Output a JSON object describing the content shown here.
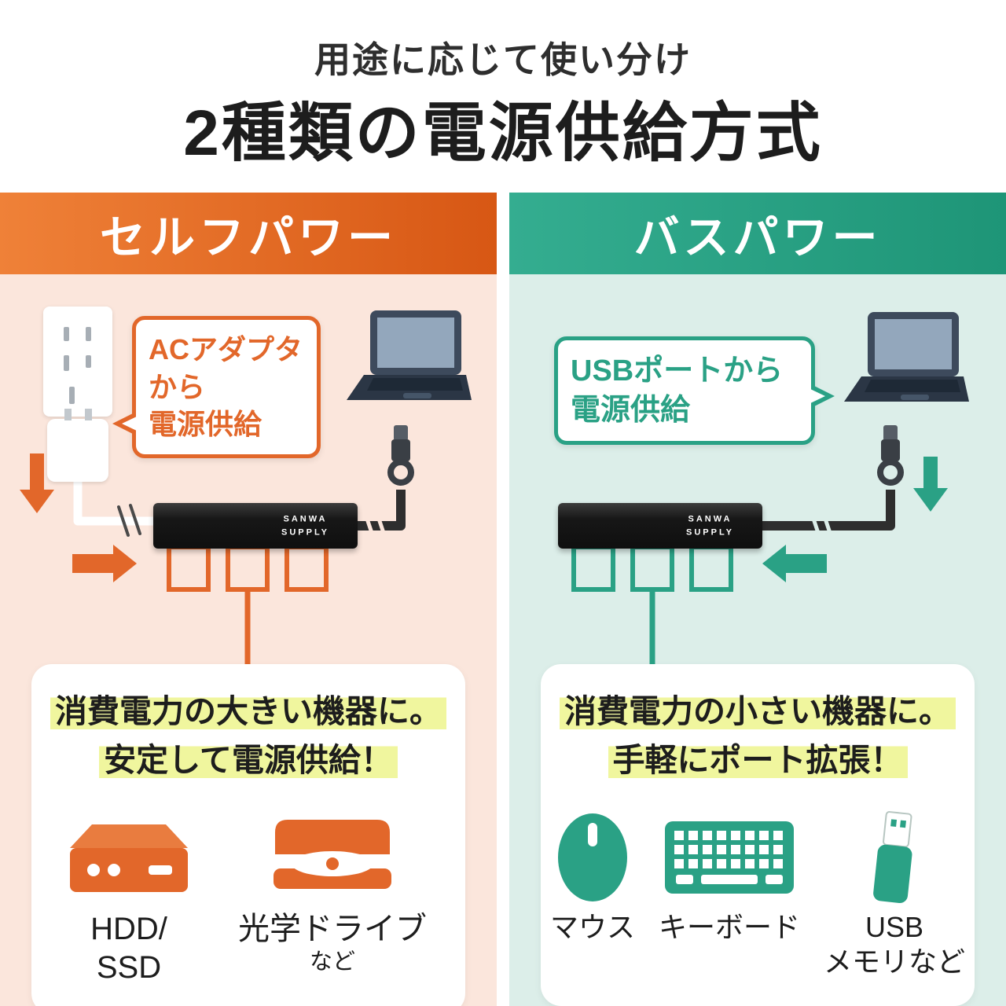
{
  "header": {
    "subtitle": "用途に応じて使い分け",
    "title": "2種類の電源供給方式"
  },
  "hub": {
    "brand_line1": "SANWA",
    "brand_line2": "SUPPLY"
  },
  "self_power": {
    "title": "セルフパワー",
    "bubble_line1": "ACアダプタ",
    "bubble_line2": "から",
    "bubble_line3": "電源供給",
    "card_line1": "消費電力の大きい機器に。",
    "card_line2": "安定して電源供給！",
    "items": [
      {
        "label_line1": "HDD/",
        "label_line2": "SSD"
      },
      {
        "label_line1": "光学ドライブ",
        "label_line2": "など"
      }
    ]
  },
  "bus_power": {
    "title": "バスパワー",
    "bubble_line1": "USBポートから",
    "bubble_line2": "電源供給",
    "card_line1": "消費電力の小さい機器に。",
    "card_line2": "手軽にポート拡張！",
    "items": [
      {
        "label_line1": "マウス"
      },
      {
        "label_line1": "キーボード"
      },
      {
        "label_line1": "USB",
        "label_line2": "メモリなど"
      }
    ]
  },
  "colors": {
    "orange": "#e2672a",
    "teal": "#2aa185",
    "orange_bg": "#fbe6dc",
    "teal_bg": "#dceee9",
    "highlight": "#f0f69e"
  }
}
